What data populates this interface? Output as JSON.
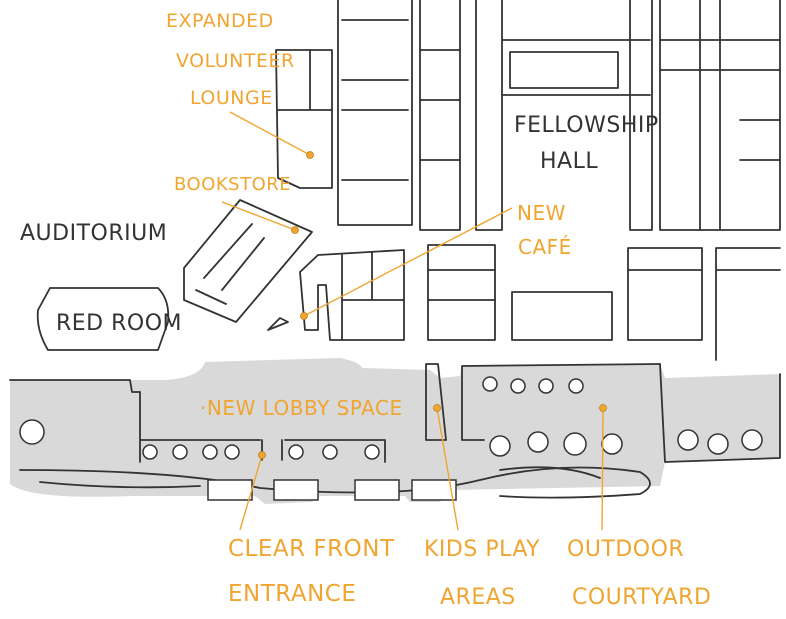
{
  "colors": {
    "accent": "#f0a531",
    "ink": "#333333",
    "hardscape": "#d9d9d9",
    "background": "#ffffff"
  },
  "labels": {
    "volunteer_lounge": [
      "EXPANDED",
      "VOLUNTEER",
      "LOUNGE"
    ],
    "bookstore": "BOOKSTORE",
    "new_cafe": [
      "NEW",
      "CAFÉ"
    ],
    "new_lobby": "·NEW LOBBY SPACE",
    "front_entrance": [
      "CLEAR FRONT",
      "ENTRANCE"
    ],
    "kids_play": [
      "KIDS PLAY",
      "AREAS"
    ],
    "courtyard": [
      "OUTDOOR",
      "COURTYARD"
    ],
    "fellowship_hall": [
      "FELLOWSHIP",
      "HALL"
    ],
    "auditorium": "AUDITORIUM",
    "red_room": "RED ROOM"
  }
}
